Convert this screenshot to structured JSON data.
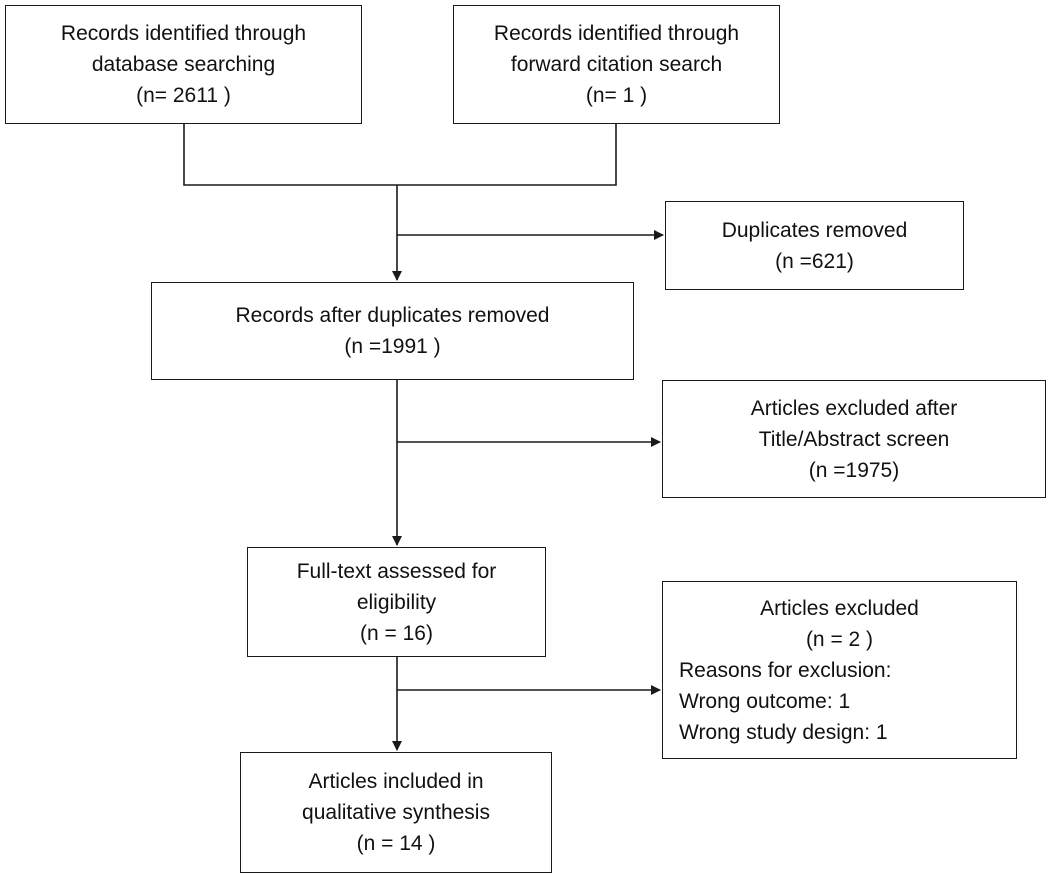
{
  "boxes": {
    "database_search": {
      "lines": [
        "Records identified through",
        "database searching",
        "(n= 2611 )"
      ]
    },
    "forward_citation": {
      "lines": [
        "Records identified through",
        "forward citation search",
        "(n= 1 )"
      ]
    },
    "duplicates_removed": {
      "lines": [
        "Duplicates removed",
        "(n =621)"
      ]
    },
    "after_duplicates": {
      "lines": [
        "Records after duplicates removed",
        "(n =1991 )"
      ]
    },
    "title_abstract_excluded": {
      "lines": [
        "Articles excluded after",
        "Title/Abstract screen",
        "(n =1975)"
      ]
    },
    "fulltext_assessed": {
      "lines": [
        "Full-text assessed for",
        "eligibility",
        "(n = 16)"
      ]
    },
    "articles_excluded": {
      "title": "Articles excluded",
      "count": "(n = 2 )",
      "reasons_label": "Reasons for exclusion:",
      "reasons": [
        "Wrong outcome: 1",
        "Wrong study design: 1"
      ]
    },
    "included": {
      "lines": [
        "Articles included in",
        "qualitative synthesis",
        "(n = 14 )"
      ]
    }
  }
}
